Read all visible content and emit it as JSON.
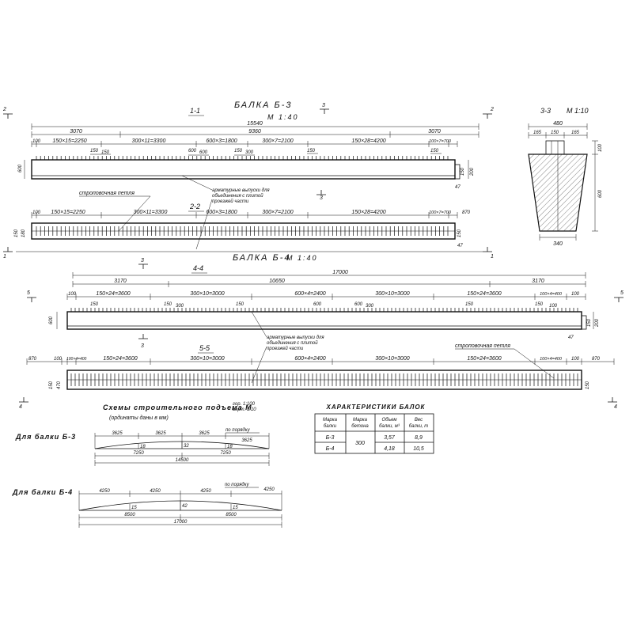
{
  "b3": {
    "title": "БАЛКА Б-3",
    "scale": "М 1:40",
    "section_elev": "1-1",
    "section_plan": "2-2",
    "mark_1": "1",
    "mark_2": "2",
    "mark_3": "3",
    "overall": "15540",
    "seg_left": "3070",
    "seg_mid": "9360",
    "seg_right": "3070",
    "rebar_elev": [
      "100",
      "150×15=2250",
      "300×11=3300",
      "600×3=1800",
      "300×7=2100",
      "150×28=4200",
      "100×7=700"
    ],
    "small_elev": [
      "150",
      "150",
      "600",
      "600",
      "150",
      "300",
      "150",
      "150"
    ],
    "height_left": "600",
    "height_right": "200",
    "edge_right": [
      "47",
      "150"
    ],
    "rebar_plan": [
      "100",
      "150×15=2250",
      "300×11=3300",
      "600×3=1800",
      "300×7=2100",
      "150×28=4200",
      "100×7=700",
      "870"
    ],
    "plan_left": [
      "150",
      "180"
    ],
    "plan_right": [
      "150",
      "47"
    ],
    "lifting_loop": "строповочная петля",
    "rebar_note": [
      "арматурные выпуски для",
      "объединения с плитой",
      "проезжей части"
    ]
  },
  "section_3_3": {
    "title": "3-3",
    "scale": "М 1:10",
    "top_width": "480",
    "top_parts": [
      "165",
      "150",
      "165"
    ],
    "h_top": "100",
    "h_main": "600",
    "bottom_width": "340"
  },
  "b4": {
    "title": "БАЛКА Б-4",
    "scale": "М 1:40",
    "section_elev": "4-4",
    "section_plan": "5-5",
    "mark_3": "3",
    "mark_4": "4",
    "mark_5": "5",
    "overall": "17000",
    "seg_left": "3170",
    "seg_mid": "10650",
    "seg_right": "3170",
    "rebar_elev": [
      "100",
      "150×24=3600",
      "300×10=3000",
      "600×4=2400",
      "300×10=3000",
      "150×24=3600",
      "100×4=400",
      "100"
    ],
    "small_elev": [
      "150",
      "150",
      "300",
      "150",
      "600",
      "600",
      "300",
      "150",
      "150",
      "100"
    ],
    "height_left": "600",
    "height_right": "200",
    "edge_right": [
      "47",
      "150"
    ],
    "rebar_plan": [
      "870",
      "100",
      "100×4=400",
      "150×24=3600",
      "300×10=3000",
      "600×4=2400",
      "300×10=3000",
      "150×24=3600",
      "100×4=400",
      "100",
      "870"
    ],
    "plan_left": [
      "150",
      "470"
    ],
    "plan_right": [
      "150"
    ],
    "lifting_loop": "строповочная петля",
    "rebar_note": [
      "арматурные выпуски для",
      "объединения с плитой",
      "проезжей части"
    ]
  },
  "camber": {
    "title": "Схемы строительного подъема М",
    "scale": [
      "гор. 1:100",
      "верт. 1:10"
    ],
    "note": "(ординаты даны в мм)",
    "b3": {
      "label": "Для балки Б-3",
      "top": [
        "3625",
        "3625",
        "3625",
        "3625"
      ],
      "tag": "по порядку",
      "ordinates": [
        "18",
        "32",
        "18"
      ],
      "halves": [
        "7250",
        "7250"
      ],
      "span": "14500"
    },
    "b4": {
      "label": "Для балки Б-4",
      "top": [
        "4250",
        "4250",
        "4250",
        "4250"
      ],
      "tag": "по порядку",
      "ordinates": [
        "15",
        "42",
        "15"
      ],
      "halves": [
        "8500",
        "8500"
      ],
      "span": "17000"
    }
  },
  "table": {
    "title": "ХАРАКТЕРИСТИКИ БАЛОК",
    "headers": [
      [
        "Марка",
        "балки"
      ],
      [
        "Марка",
        "бетона"
      ],
      [
        "Объем",
        "балки, м³"
      ],
      [
        "Вес",
        "балки, т"
      ]
    ],
    "concrete": "300",
    "rows": [
      [
        "Б-3",
        "3,57",
        "8,9"
      ],
      [
        "Б-4",
        "4,18",
        "10,5"
      ]
    ]
  }
}
